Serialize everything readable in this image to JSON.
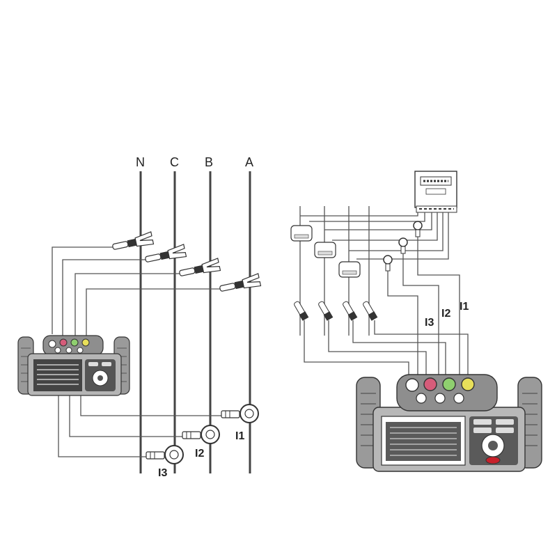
{
  "left_diagram": {
    "phase_labels": [
      "N",
      "C",
      "B",
      "A"
    ],
    "current_labels": [
      "I1",
      "I2",
      "I3"
    ]
  },
  "right_diagram": {
    "current_labels": [
      "I3",
      "I2",
      "I1"
    ]
  },
  "colors": {
    "line": "#444444",
    "wire": "#555555",
    "device_body": "#9a9a9a",
    "device_dark": "#3a3a3a",
    "port_red": "#d65c7a",
    "port_green": "#8fcf6f",
    "port_yellow": "#e8df5a",
    "button_red": "#c8202a"
  }
}
